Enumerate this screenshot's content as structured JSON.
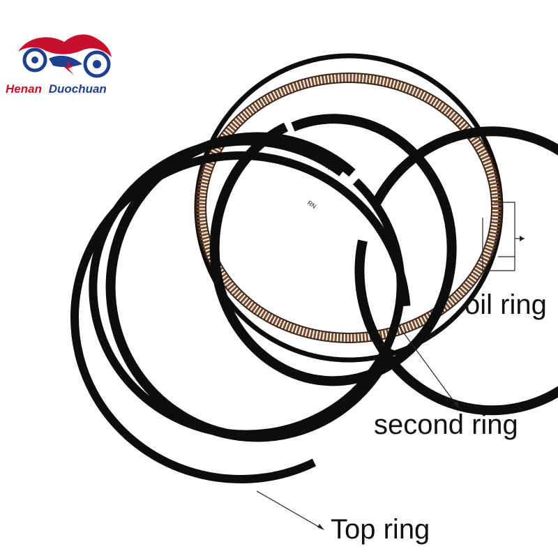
{
  "brand": {
    "name_part1": "Henan",
    "name_part2": "Duochuan",
    "logo_icon": "motorcycle-logo-icon",
    "color_primary": "#c8102e",
    "color_secondary": "#1f3f8f"
  },
  "product": {
    "ring_marks": {
      "second_ring_mark": "R",
      "top_ring_mark": "RN"
    },
    "ring_color": "#0d0d0d",
    "oil_ring_color": "#7a4a2a"
  },
  "labels": {
    "oil_ring": "oil ring",
    "second_ring": "second ring",
    "top_ring": "Top ring"
  }
}
